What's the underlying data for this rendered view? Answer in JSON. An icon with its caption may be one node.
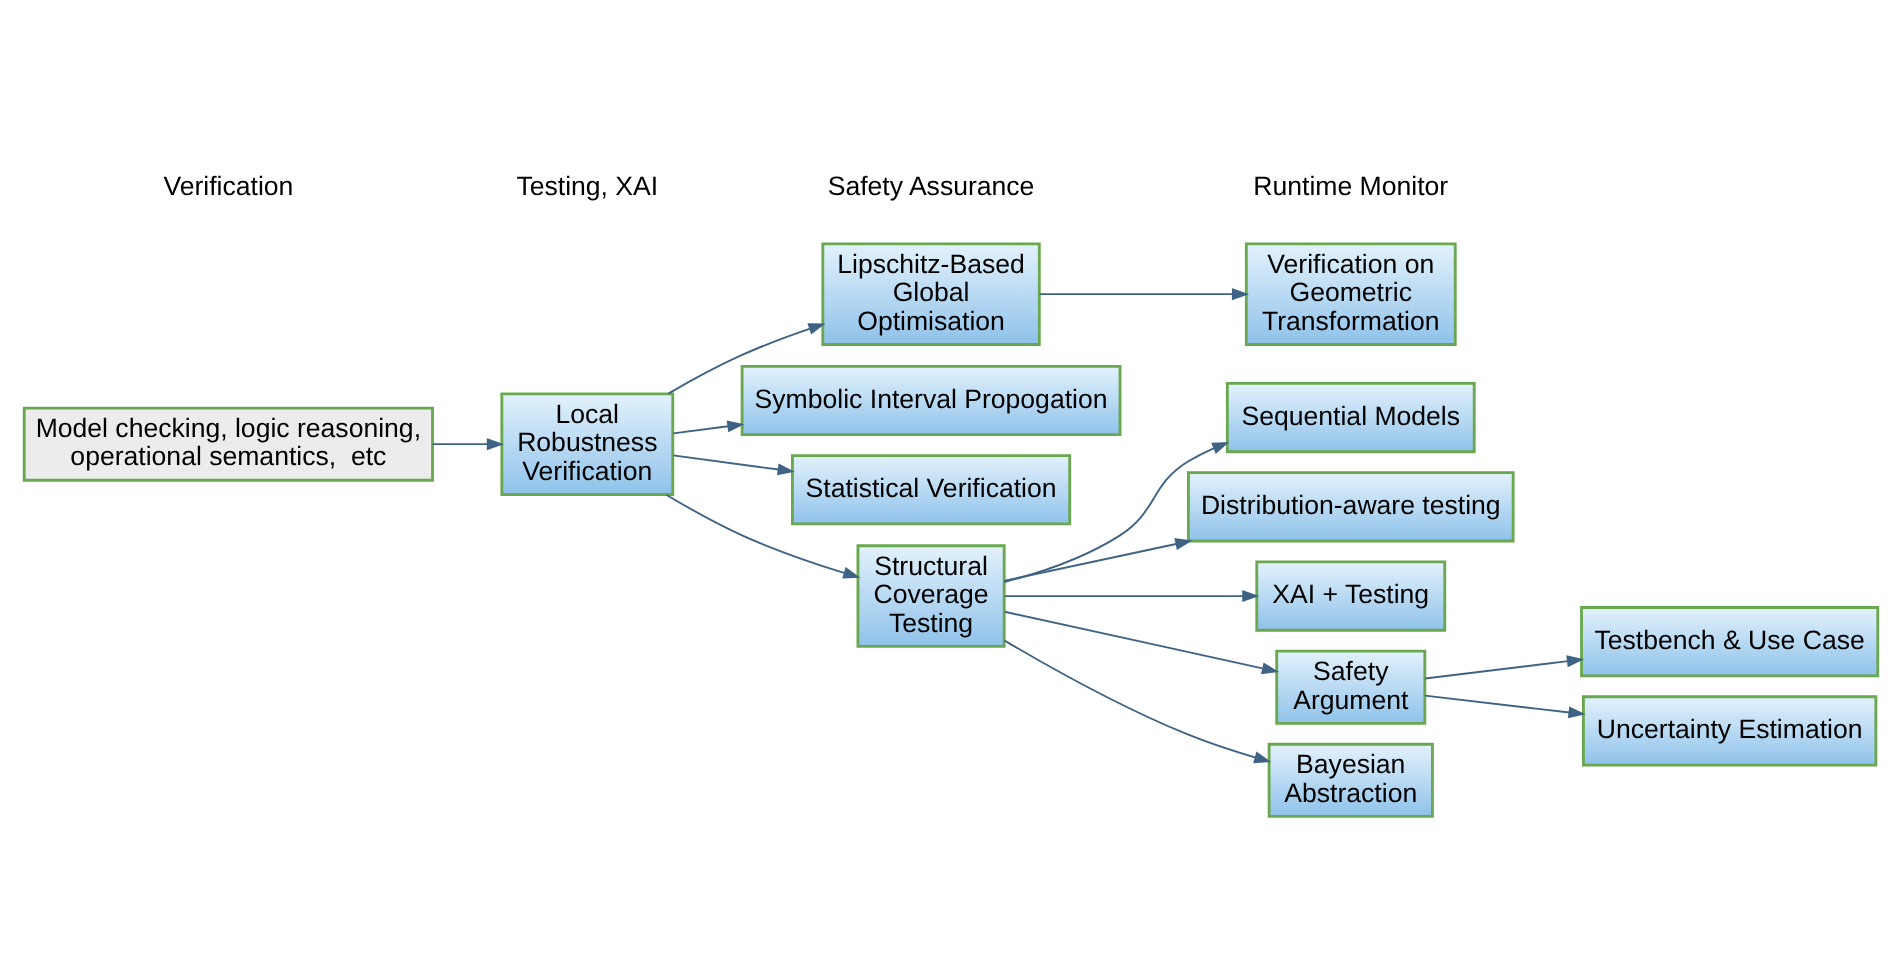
{
  "diagram": {
    "nodes": [
      {
        "text": [
          "Model checking, logic reasoning, operational semantics,  etc"
        ]
      },
      {
        "text": [
          "Local Robustness Verification"
        ]
      },
      {
        "text": [
          "Lipschitz-Based Global Optimisation"
        ]
      },
      {
        "text": [
          "Verification on Geometric Transformation"
        ]
      },
      {
        "text": [
          "Symbolic Interval Propogation"
        ]
      },
      {
        "text": [
          "Statistical Verification"
        ]
      },
      {
        "text": [
          "Structural Coverage Testing"
        ]
      },
      {
        "text": [
          "Sequential Models"
        ]
      },
      {
        "text": [
          "Distribution-aware testing"
        ]
      },
      {
        "text": [
          "XAI + Testing"
        ]
      },
      {
        "text": [
          "Safety Argument"
        ]
      },
      {
        "text": [
          "Testbench & Use Case"
        ]
      },
      {
        "text": [
          "Uncertainty Estimation"
        ]
      },
      {
        "text": [
          "Bayesian Abstraction"
        ]
      }
    ],
    "edges": [
      {
        "from": 0,
        "to": 1,
        "arrow": "to"
      },
      {
        "from": 1,
        "to": 2,
        "arrow": "to"
      },
      {
        "from": 2,
        "to": 3,
        "arrow": "to"
      },
      {
        "from": 1,
        "to": 4,
        "arrow": "to"
      },
      {
        "from": 1,
        "to": 5,
        "arrow": "to"
      },
      {
        "from": 1,
        "to": 6,
        "arrow": "to"
      },
      {
        "from": 6,
        "to": 7,
        "arrow": "to"
      },
      {
        "from": 6,
        "to": 8,
        "arrow": "to"
      },
      {
        "from": 6,
        "to": 9,
        "arrow": "to"
      },
      {
        "from": 6,
        "to": 10,
        "arrow": "to"
      },
      {
        "from": 6,
        "to": 13,
        "arrow": "to"
      },
      {
        "from": 10,
        "to": 11,
        "arrow": "to"
      },
      {
        "from": 10,
        "to": 12,
        "arrow": "to"
      }
    ],
    "labels": [
      "Verification",
      "Testing, XAI",
      "Safety Assurance",
      "Runtime Monitor"
    ]
  }
}
